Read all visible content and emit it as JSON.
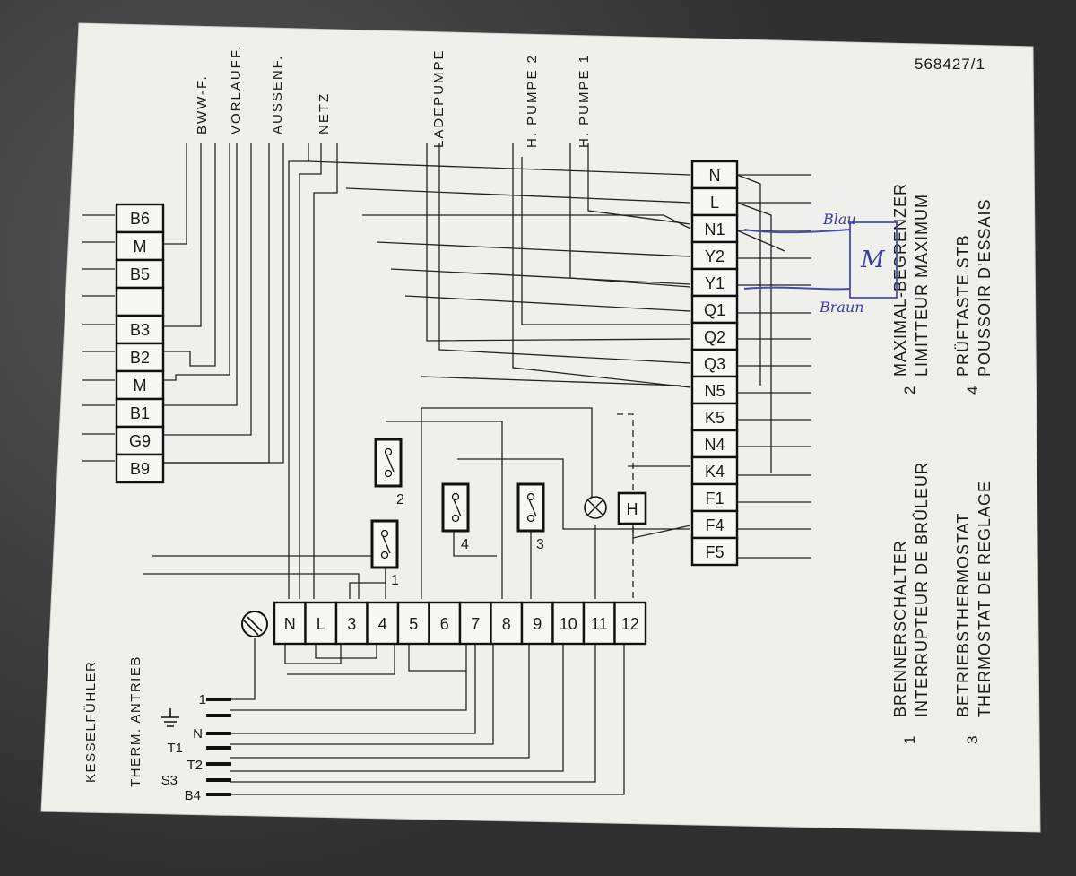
{
  "doc_number": "568427/1",
  "top_labels": [
    "BWW-F.",
    "VORLAUFF.",
    "AUSSENF.",
    "NETZ",
    "LADEPUMPE",
    "H. PUMPE 2",
    "H. PUMPE 1"
  ],
  "bottom_left_labels": [
    "KESSELFÜHLER",
    "THERM. ANTRIEB"
  ],
  "left_terminals": [
    "B6",
    "M",
    "B5",
    "",
    "B3",
    "B2",
    "M",
    "B1",
    "G9",
    "B9"
  ],
  "right_terminals": [
    "N",
    "L",
    "N1",
    "Y2",
    "Y1",
    "Q1",
    "Q2",
    "Q3",
    "N5",
    "K5",
    "N4",
    "K4",
    "F1",
    "F4",
    "F5"
  ],
  "bottom_terminals": [
    "N",
    "L",
    "3",
    "4",
    "5",
    "6",
    "7",
    "8",
    "9",
    "10",
    "11",
    "12"
  ],
  "plug_labels": [
    "1",
    "N",
    "T1",
    "T2",
    "S3",
    "B4"
  ],
  "component_numbers": [
    "1",
    "2",
    "3",
    "4"
  ],
  "indicator_letter": "H",
  "legend": [
    {
      "num": "1",
      "line1": "BRENNERSCHALTER",
      "line2": "INTERRUPTEUR DE BRÛLEUR"
    },
    {
      "num": "2",
      "line1": "MAXIMAL-BEGRENZER",
      "line2": "LIMITTEUR MAXIMUM"
    },
    {
      "num": "3",
      "line1": "BETRIEBSTHERMOSTAT",
      "line2": "THERMOSTAT DE REGLAGE"
    },
    {
      "num": "4",
      "line1": "PRÜFTASTE STB",
      "line2": "POUSSOIR D'ESSAIS"
    }
  ],
  "handwritten": {
    "blue": "Blau",
    "brown": "Braun",
    "motor": "M"
  }
}
